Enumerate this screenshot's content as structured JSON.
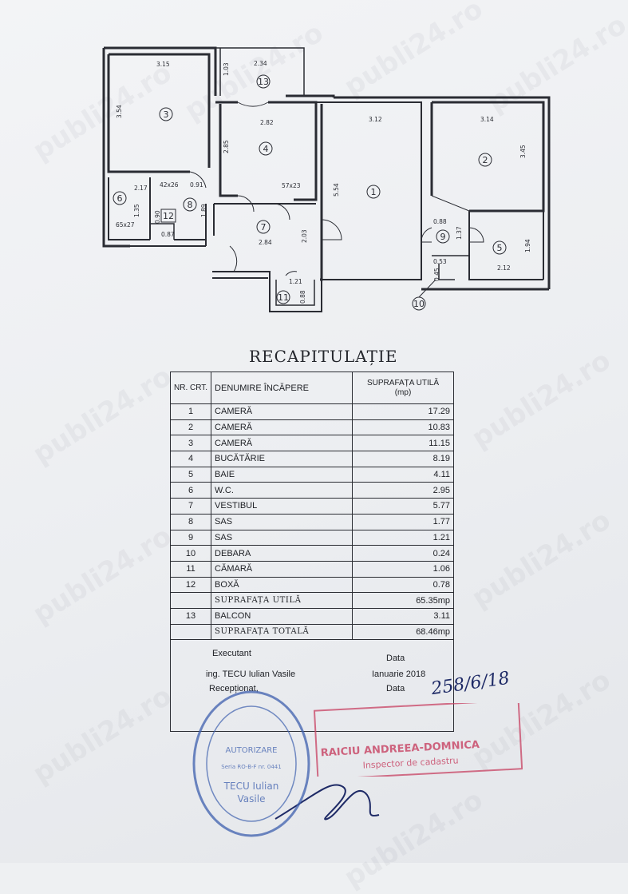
{
  "watermark": "publi24.ro",
  "floor_plan": {
    "rooms": [
      "1",
      "2",
      "3",
      "4",
      "5",
      "6",
      "7",
      "8",
      "9",
      "10",
      "11",
      "12",
      "13"
    ],
    "dimensions": {
      "r3_w": "3.15",
      "r3_h": "3.54",
      "r13_w": "2.34",
      "r13_h": "1.03",
      "r4_w": "2.82",
      "r4_h": "2.85",
      "r1_w": "3.12",
      "r1_h": "5.54",
      "r2_w": "3.14",
      "r2_h": "3.45",
      "r6_w": "2.17",
      "r6_door": "65x27",
      "r4_door": "57x23",
      "door_42": "42x26",
      "r8_w": "0.91",
      "r8_h": "1.89",
      "r12_w": "0.87",
      "r12_h": "0.90",
      "r7_w": "2.84",
      "r7_h": "2.03",
      "r9_w": "0.88",
      "r9_h": "1.37",
      "r5_w": "2.12",
      "r5_h": "1.94",
      "r10_w": "0.53",
      "r10_h": "0.45",
      "r11_w": "1.21",
      "r11_h": "0.88",
      "r6_h": "1.35"
    }
  },
  "recap": {
    "title": "RECAPITULAȚIE",
    "headers": {
      "nr": "NR. CRT.",
      "name": "DENUMIRE ÎNCĂPERE",
      "area": "SUPRAFAȚA UTILĂ",
      "unit": "(mp)"
    },
    "rows": [
      {
        "nr": "1",
        "name": "CAMERĂ",
        "area": "17.29"
      },
      {
        "nr": "2",
        "name": "CAMERĂ",
        "area": "10.83"
      },
      {
        "nr": "3",
        "name": "CAMERĂ",
        "area": "11.15"
      },
      {
        "nr": "4",
        "name": "BUCĂTĂRIE",
        "area": "8.19"
      },
      {
        "nr": "5",
        "name": "BAIE",
        "area": "4.11"
      },
      {
        "nr": "6",
        "name": "W.C.",
        "area": "2.95"
      },
      {
        "nr": "7",
        "name": "VESTIBUL",
        "area": "5.77"
      },
      {
        "nr": "8",
        "name": "SAS",
        "area": "1.77"
      },
      {
        "nr": "9",
        "name": "SAS",
        "area": "1.21"
      },
      {
        "nr": "10",
        "name": "DEBARA",
        "area": "0.24"
      },
      {
        "nr": "11",
        "name": "CĂMARĂ",
        "area": "1.06"
      },
      {
        "nr": "12",
        "name": "BOXĂ",
        "area": "0.78"
      }
    ],
    "useful_label": "SUPRAFAȚA UTILĂ",
    "useful_value": "65.35mp",
    "balcony": {
      "nr": "13",
      "name": "BALCON",
      "area": "3.11"
    },
    "total_label": "SUPRAFAȚA TOTALĂ",
    "total_value": "68.46mp",
    "executant_label": "Executant",
    "executant_name": "ing. TECU Iulian Vasile",
    "receptionat_label": "Recepționat,",
    "date_label": "Data",
    "date_value": "Ianuarie 2018",
    "date_label2": "Data"
  },
  "stamps": {
    "round_name": "TECU Iulian",
    "round_name2": "Vasile",
    "round_line1": "AUTORIZARE",
    "round_series": "Seria RO-B-F nr. 0441",
    "rect_name": "RAICIU ANDREEA-DOMNICA",
    "rect_role": "Inspector de cadastru",
    "handwritten_number": "258/6/18"
  },
  "colors": {
    "ink": "#2a2c33",
    "stamp_blue": "#3d5fae",
    "stamp_red": "#c94b6a",
    "handwriting": "#1e2a66"
  }
}
